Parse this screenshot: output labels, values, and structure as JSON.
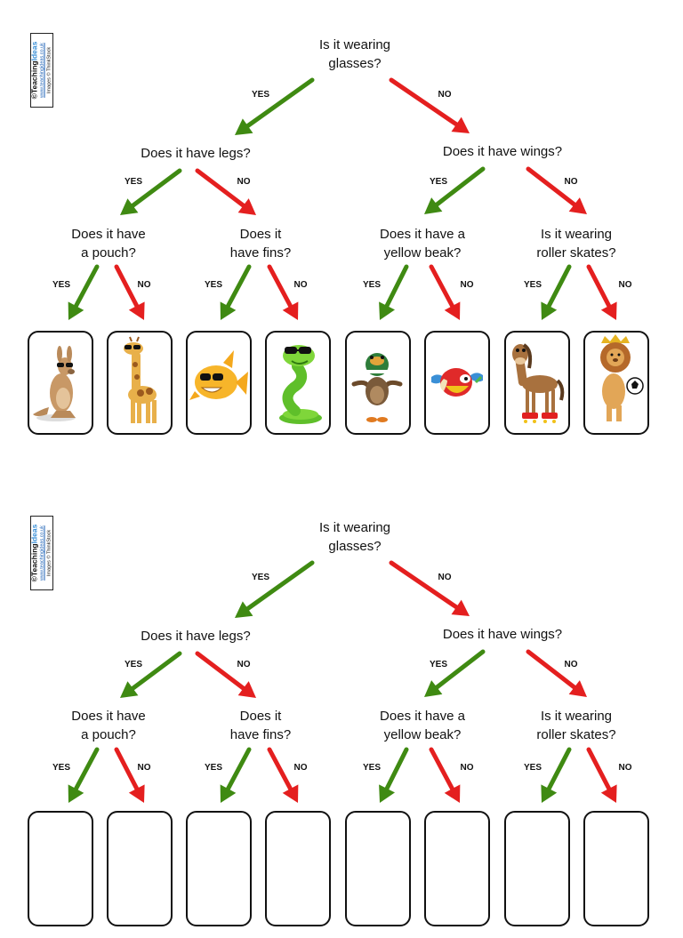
{
  "logo": {
    "brand_prefix": "©Teaching",
    "brand_highlight": "Ideas",
    "url": "www.teachingideas.co.uk",
    "credit": "Images © ThinkStock"
  },
  "tree": {
    "root": {
      "line1": "Is it wearing",
      "line2": "glasses?"
    },
    "yes_label": "YES",
    "no_label": "NO",
    "level2_left": "Does it have legs?",
    "level2_right": "Does it have wings?",
    "level3": [
      {
        "line1": "Does it have",
        "line2": "a pouch?"
      },
      {
        "line1": "Does it",
        "line2": "have fins?"
      },
      {
        "line1": "Does it have a",
        "line2": "yellow beak?"
      },
      {
        "line1": "Is it wearing",
        "line2": "roller skates?"
      }
    ]
  },
  "answers": [
    {
      "animal": "kangaroo",
      "icon": "kangaroo-icon"
    },
    {
      "animal": "giraffe",
      "icon": "giraffe-icon"
    },
    {
      "animal": "fish",
      "icon": "fish-icon"
    },
    {
      "animal": "snake",
      "icon": "snake-icon"
    },
    {
      "animal": "duck",
      "icon": "duck-icon"
    },
    {
      "animal": "parrot",
      "icon": "parrot-icon"
    },
    {
      "animal": "horse",
      "icon": "horse-icon"
    },
    {
      "animal": "lion",
      "icon": "lion-icon"
    }
  ],
  "colors": {
    "yes_arrow": "#3f8a12",
    "no_arrow": "#e41f1f"
  }
}
